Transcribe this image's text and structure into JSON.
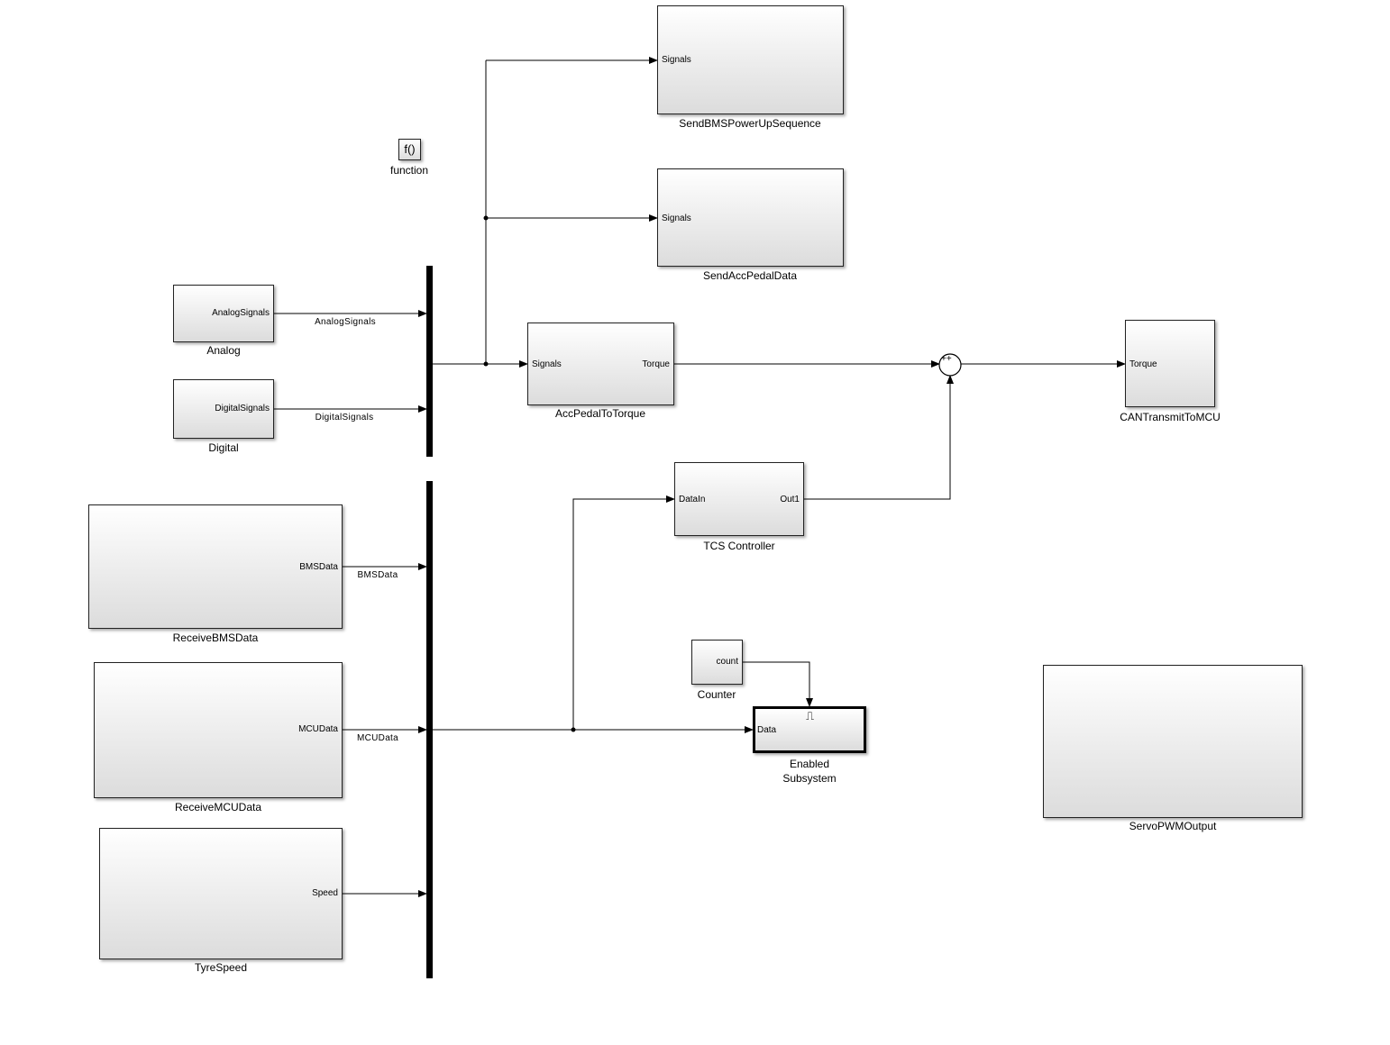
{
  "blocks": {
    "function": {
      "glyph": "f()",
      "label": "function"
    },
    "send_bms": {
      "label": "SendBMSPowerUpSequence",
      "in_port": "Signals"
    },
    "send_acc": {
      "label": "SendAccPedalData",
      "in_port": "Signals"
    },
    "acc_torque": {
      "label": "AccPedalToTorque",
      "in_port": "Signals",
      "out_port": "Torque"
    },
    "analog": {
      "label": "Analog",
      "out_port": "AnalogSignals"
    },
    "digital": {
      "label": "Digital",
      "out_port": "DigitalSignals"
    },
    "sum": {
      "signs": "++"
    },
    "can_tx": {
      "label": "CANTransmitToMCU",
      "in_port": "Torque"
    },
    "tcs": {
      "label": "TCS Controller",
      "in_port": "DataIn",
      "out_port": "Out1"
    },
    "receive_bms": {
      "label": "ReceiveBMSData",
      "out_port": "BMSData"
    },
    "receive_mcu": {
      "label": "ReceiveMCUData",
      "out_port": "MCUData"
    },
    "tyre_speed": {
      "label": "TyreSpeed",
      "out_port": "Speed"
    },
    "counter": {
      "label": "Counter",
      "out_port": "count"
    },
    "enabled": {
      "label_line1": "Enabled",
      "label_line2": "Subsystem",
      "in_port": "Data",
      "enable_glyph": "⎍"
    },
    "servo": {
      "label": "ServoPWMOutput"
    }
  },
  "signals": {
    "analog": "AnalogSignals",
    "digital": "DigitalSignals",
    "bms": "BMSData",
    "mcu": "MCUData"
  }
}
